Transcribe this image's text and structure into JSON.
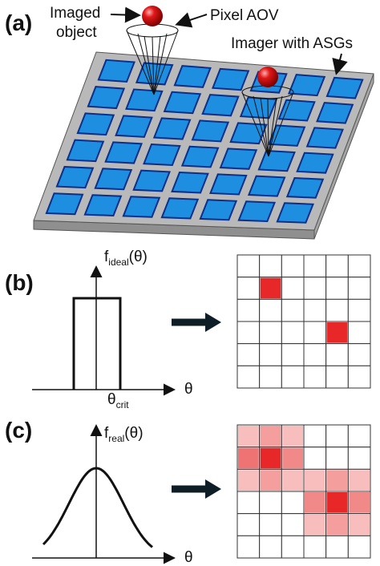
{
  "panels": {
    "a": {
      "label": "(a)",
      "annotations": {
        "object_line1": "Imaged",
        "object_line2": "object",
        "pixel_aov": "Pixel AOV",
        "imager": "Imager with ASGs"
      }
    },
    "b": {
      "label": "(b)",
      "y_label": {
        "prefix": "f",
        "subscript": "ideal",
        "suffix": "(θ)"
      },
      "x_label": "θ",
      "tick_label": {
        "base": "θ",
        "subscript": "crit"
      },
      "grid": {
        "rows": 6,
        "cols": 6
      },
      "highlighted_cells": [
        {
          "row": 1,
          "col": 1,
          "intensity": 1.0
        },
        {
          "row": 3,
          "col": 4,
          "intensity": 1.0
        }
      ]
    },
    "c": {
      "label": "(c)",
      "y_label": {
        "prefix": "f",
        "subscript": "real",
        "suffix": "(θ)"
      },
      "x_label": "θ",
      "grid": {
        "rows": 6,
        "cols": 6
      },
      "highlighted_cells": [
        {
          "row": 0,
          "col": 0,
          "intensity": 0.3
        },
        {
          "row": 0,
          "col": 1,
          "intensity": 0.45
        },
        {
          "row": 0,
          "col": 2,
          "intensity": 0.3
        },
        {
          "row": 1,
          "col": 0,
          "intensity": 0.65
        },
        {
          "row": 1,
          "col": 1,
          "intensity": 1.0
        },
        {
          "row": 1,
          "col": 2,
          "intensity": 0.55
        },
        {
          "row": 2,
          "col": 0,
          "intensity": 0.3
        },
        {
          "row": 2,
          "col": 1,
          "intensity": 0.45
        },
        {
          "row": 2,
          "col": 2,
          "intensity": 0.3
        },
        {
          "row": 2,
          "col": 3,
          "intensity": 0.3
        },
        {
          "row": 2,
          "col": 4,
          "intensity": 0.45
        },
        {
          "row": 2,
          "col": 5,
          "intensity": 0.3
        },
        {
          "row": 3,
          "col": 3,
          "intensity": 0.55
        },
        {
          "row": 3,
          "col": 4,
          "intensity": 1.0
        },
        {
          "row": 3,
          "col": 5,
          "intensity": 0.55
        },
        {
          "row": 4,
          "col": 3,
          "intensity": 0.3
        },
        {
          "row": 4,
          "col": 4,
          "intensity": 0.45
        },
        {
          "row": 4,
          "col": 5,
          "intensity": 0.3
        }
      ]
    }
  },
  "colors": {
    "pixel_blue": "#1e8fe0",
    "pixel_border": "#0b2f8a",
    "substrate": "#b9b9b9",
    "sphere_red": "#e01818",
    "cell_red": "#e82828",
    "arrow": "#0f1e26"
  }
}
